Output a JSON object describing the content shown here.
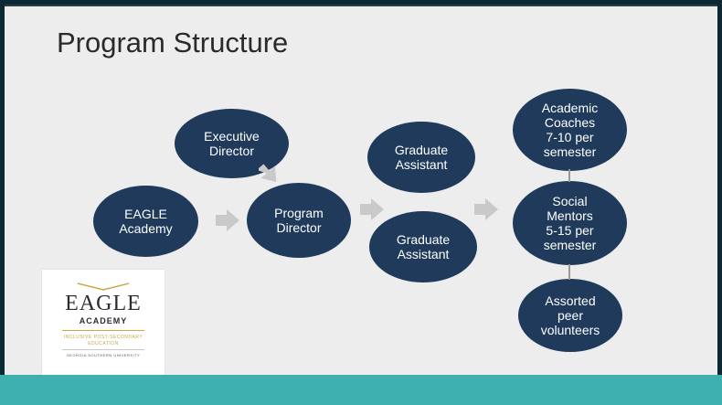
{
  "title": "Program Structure",
  "nodes": {
    "eagle_academy": "EAGLE\nAcademy",
    "executive_director": "Executive\nDirector",
    "program_director": "Program\nDirector",
    "graduate_assistant_1": "Graduate\nAssistant",
    "graduate_assistant_2": "Graduate\nAssistant",
    "academic_coaches": "Academic\nCoaches\n7-10 per\nsemester",
    "social_mentors": "Social\nMentors\n5-15 per\nsemester",
    "peer_volunteers": "Assorted\npeer\nvolunteers"
  },
  "logo": {
    "brand": "EAGLE",
    "subtitle": "ACADEMY",
    "tagline_1": "INCLUSIVE POST-SECONDARY",
    "tagline_2": "EDUCATION",
    "university": "GEORGIA SOUTHERN UNIVERSITY"
  },
  "colors": {
    "node_fill": "#1f3a5a",
    "arrow": "#c9c9c9",
    "accent_bar": "#3fb0b0",
    "frame": "#0b2a35"
  }
}
